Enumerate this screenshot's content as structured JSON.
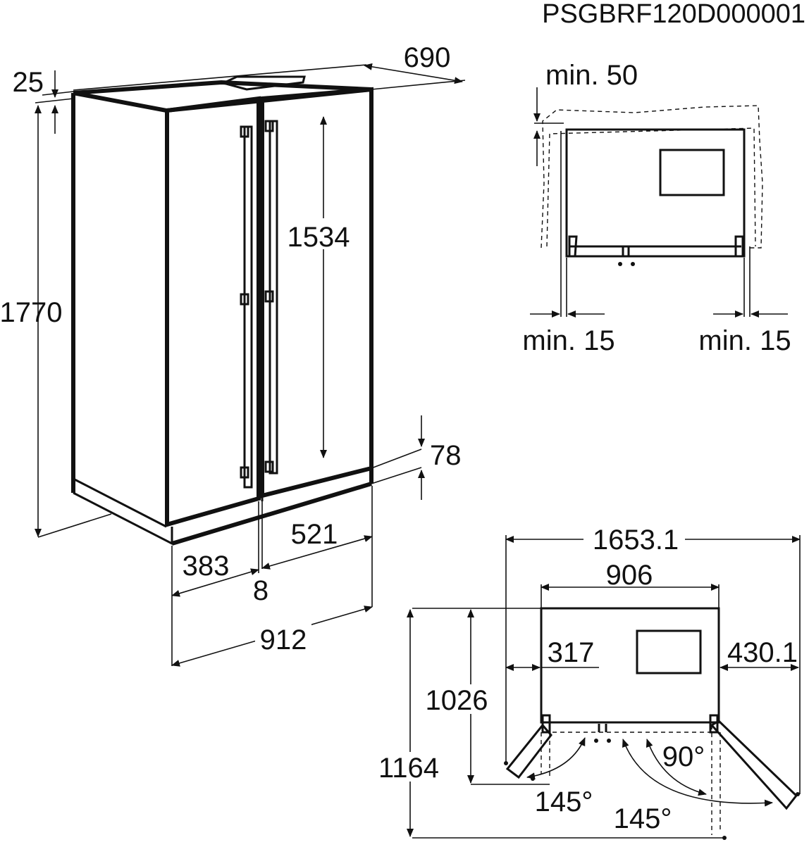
{
  "drawing_code": "PSGBRF120D000001",
  "dimensions": {
    "top_clearance": "25",
    "depth": "690",
    "height": "1770",
    "door_height": "1534",
    "plinth_height": "78",
    "door_depth": "521",
    "body_depth": "383",
    "door_gap": "8",
    "width": "912"
  },
  "top_view": {
    "min_back": "min. 50",
    "min_left": "min. 15",
    "min_right": "min. 15"
  },
  "door_swing": {
    "total_width": "1653.1",
    "cabinet_width": "906",
    "left_projection": "317",
    "right_projection": "430.1",
    "depth_closed": "1026",
    "depth_open": "1164",
    "angle_left": "145°",
    "angle_right_open": "90°",
    "angle_right": "145°"
  }
}
